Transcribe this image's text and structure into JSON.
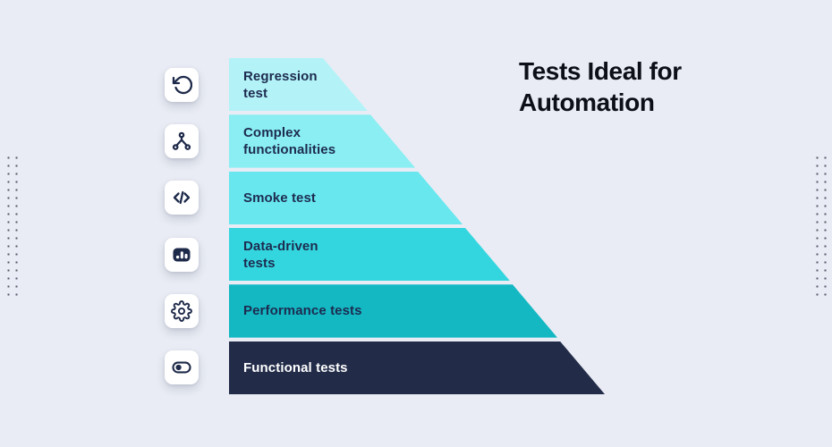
{
  "title": {
    "line1": "Tests Ideal for",
    "line2": "Automation",
    "color": "#0c0f18"
  },
  "funnel": {
    "layers": [
      {
        "label": "Regression\ntest",
        "color": "#b3f3f8",
        "text_color": "#1d2b4f",
        "icon": "rotate-ccw-icon"
      },
      {
        "label": "Complex\nfunctionalities",
        "color": "#8aeef3",
        "text_color": "#1d2b4f",
        "icon": "branch-icon"
      },
      {
        "label": "Smoke test",
        "color": "#68e7ef",
        "text_color": "#1d2b4f",
        "icon": "code-icon"
      },
      {
        "label": "Data-driven\ntests",
        "color": "#33d6df",
        "text_color": "#1d2b4f",
        "icon": "bar-chart-icon"
      },
      {
        "label": "Performance tests",
        "color": "#13b8c3",
        "text_color": "#1d2b4f",
        "icon": "gear-icon"
      },
      {
        "label": "Functional tests",
        "color": "#222c49",
        "text_color": "#ffffff",
        "icon": "toggle-icon"
      }
    ]
  },
  "decorations": {
    "dot_color": "#535868",
    "background_color": "#e9ecf4",
    "icon_color": "#1e2a4a",
    "tile_color": "#ffffff"
  }
}
